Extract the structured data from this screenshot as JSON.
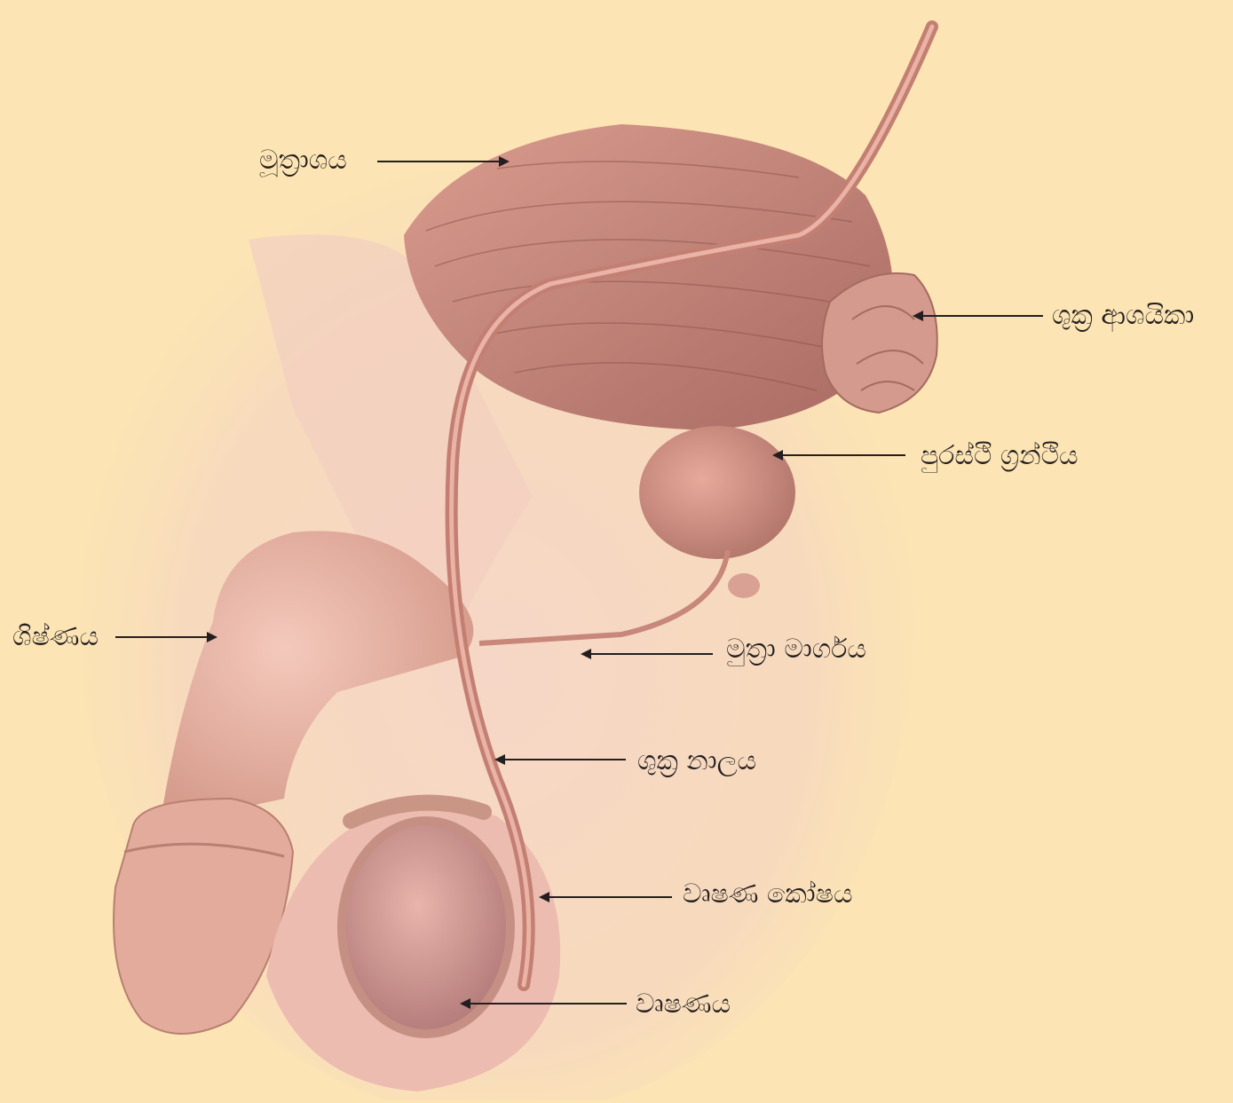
{
  "diagram": {
    "background_color": "#fce4b4",
    "tissue_color": "#d49a8c",
    "labels": {
      "bladder": "මූත්‍රාශය",
      "seminal_vesicle": "ශුක්‍ර ආශයිකා",
      "prostate_gland": "පුරස්ථි ග්‍රන්ථිය",
      "penis": "ශිෂ්ණය",
      "urethra": "මුත්‍රා මාර්ගය",
      "vas_deferens": "ශුක්‍ර නාලය",
      "scrotum": "වෘෂණ කෝෂය",
      "testis": "වෘෂණය"
    }
  }
}
